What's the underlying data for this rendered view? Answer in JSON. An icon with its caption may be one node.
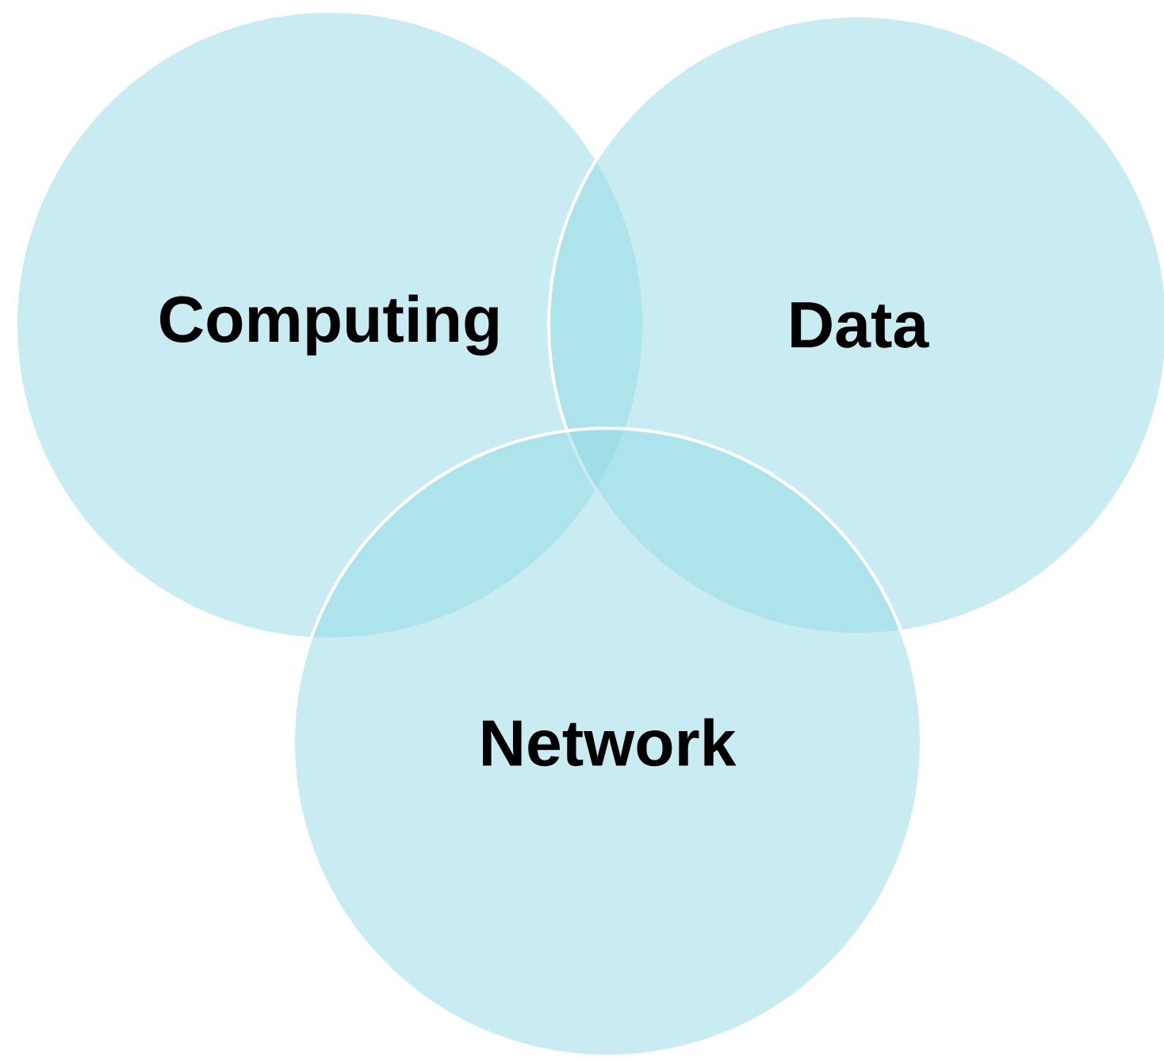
{
  "diagram": {
    "nodes": [
      {
        "text": [
          "Computing"
        ]
      },
      {
        "text": [
          "Data"
        ]
      },
      {
        "text": [
          "Network"
        ]
      }
    ]
  }
}
